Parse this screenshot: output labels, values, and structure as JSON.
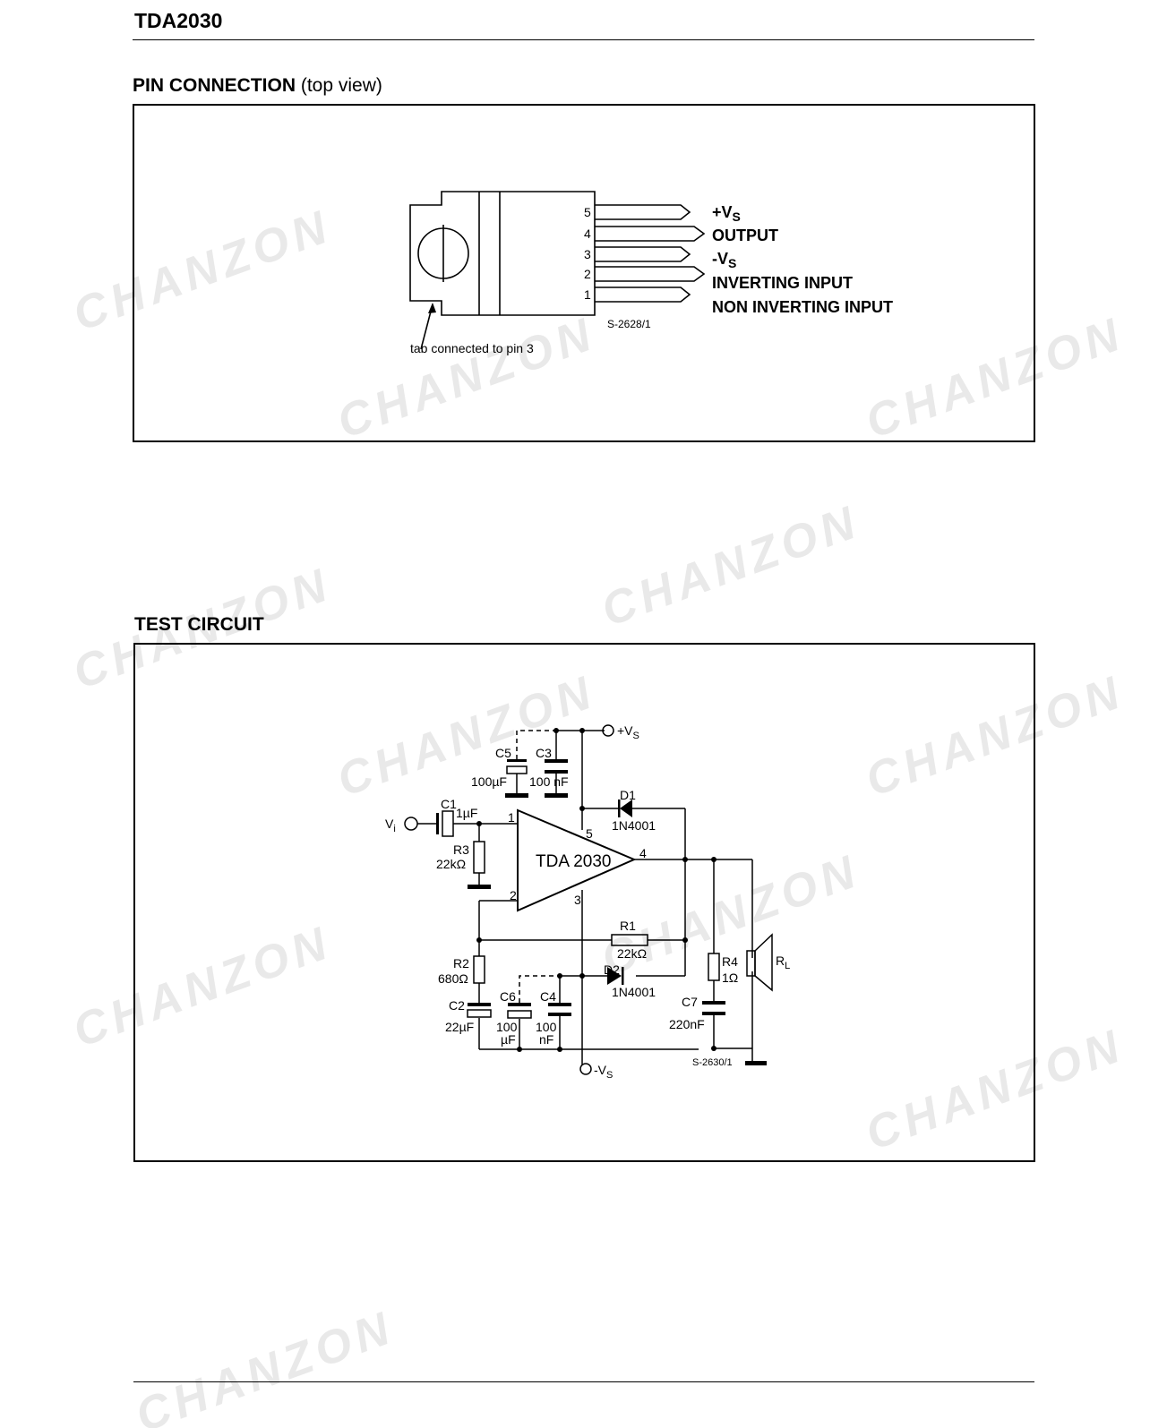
{
  "header": {
    "title": "TDA2030"
  },
  "pin_section": {
    "heading": "PIN CONNECTION",
    "heading_note": "(top view)",
    "pins": [
      {
        "num": "5",
        "label": "+V",
        "sub": "S"
      },
      {
        "num": "4",
        "label": "OUTPUT",
        "sub": ""
      },
      {
        "num": "3",
        "label": "-V",
        "sub": "S"
      },
      {
        "num": "2",
        "label": "INVERTING INPUT",
        "sub": ""
      },
      {
        "num": "1",
        "label": "NON INVERTING INPUT",
        "sub": ""
      }
    ],
    "tab_note": "tab connected to pin 3",
    "figure_code": "S-2628/1"
  },
  "test_section": {
    "heading": "TEST CIRCUIT",
    "ic_label": "TDA 2030",
    "supply_pos": "+V",
    "supply_neg": "-V",
    "supply_sub": "S",
    "input_label": "V",
    "input_sub": "i",
    "load_label": "R",
    "load_sub": "L",
    "figure_code": "S-2630/1",
    "pin_numbers": {
      "p1": "1",
      "p2": "2",
      "p3": "3",
      "p4": "4",
      "p5": "5"
    },
    "components": {
      "c1_name": "C1",
      "c1_value": "1µF",
      "c2_name": "C2",
      "c2_value": "22µF",
      "c3_name": "C3",
      "c3_value_a": "100",
      "c3_value_b": "nF",
      "c4_name": "C4",
      "c4_value_a": "100",
      "c4_value_b": "nF",
      "c5_name": "C5",
      "c5_value_a": "100",
      "c5_value_b": "µF",
      "c6_name": "C6",
      "c6_value_a": "100",
      "c6_value_b": "µF",
      "c7_name": "C7",
      "c7_value": "220nF",
      "r1_name": "R1",
      "r1_value": "22kΩ",
      "r2_name": "R2",
      "r2_value": "680Ω",
      "r3_name": "R3",
      "r3_value": "22kΩ",
      "r4_name": "R4",
      "r4_value": "1Ω",
      "d1_name": "D1",
      "d1_value": "1N4001",
      "d2_name": "D2",
      "d2_value": "1N4001"
    }
  },
  "watermark": {
    "text": "CHANZON"
  }
}
